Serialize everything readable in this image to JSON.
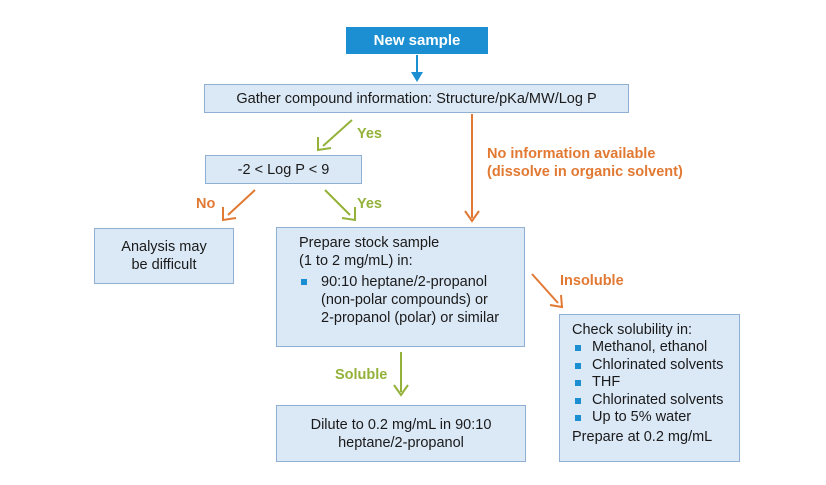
{
  "colors": {
    "start_fill": "#1b8fd2",
    "box_fill": "#dbe8f6",
    "box_border": "#8fb0d4",
    "down_arrow": "#1b8fd2",
    "yes_arrow": "#94b23a",
    "no_arrow": "#e27933"
  },
  "start": {
    "label": "New sample"
  },
  "gather": {
    "label": "Gather compound information: Structure/pKa/MW/Log P"
  },
  "logp": {
    "label": "-2 < Log P < 9"
  },
  "difficult": {
    "line1": "Analysis may",
    "line2": "be difficult"
  },
  "stock": {
    "line1": "Prepare stock sample",
    "line2": "(1 to 2 mg/mL) in:",
    "bullet_line1": "90:10 heptane/2-propanol",
    "bullet_line2": "(non-polar compounds) or",
    "bullet_line3": "2-propanol (polar) or similar"
  },
  "dilute": {
    "line1": "Dilute to 0.2 mg/mL in 90:10",
    "line2": "heptane/2-propanol"
  },
  "solubility": {
    "heading": "Check solubility in:",
    "items": [
      "Methanol, ethanol",
      "Chlorinated solvents",
      "THF",
      "Chlorinated solvents",
      "Up to 5% water"
    ],
    "footer": "Prepare at 0.2 mg/mL"
  },
  "labels": {
    "yes_top": "Yes",
    "yes_mid": "Yes",
    "no": "No",
    "no_info_line1": "No information available",
    "no_info_line2": "(dissolve in organic solvent)",
    "insoluble": "Insoluble",
    "soluble": "Soluble"
  }
}
